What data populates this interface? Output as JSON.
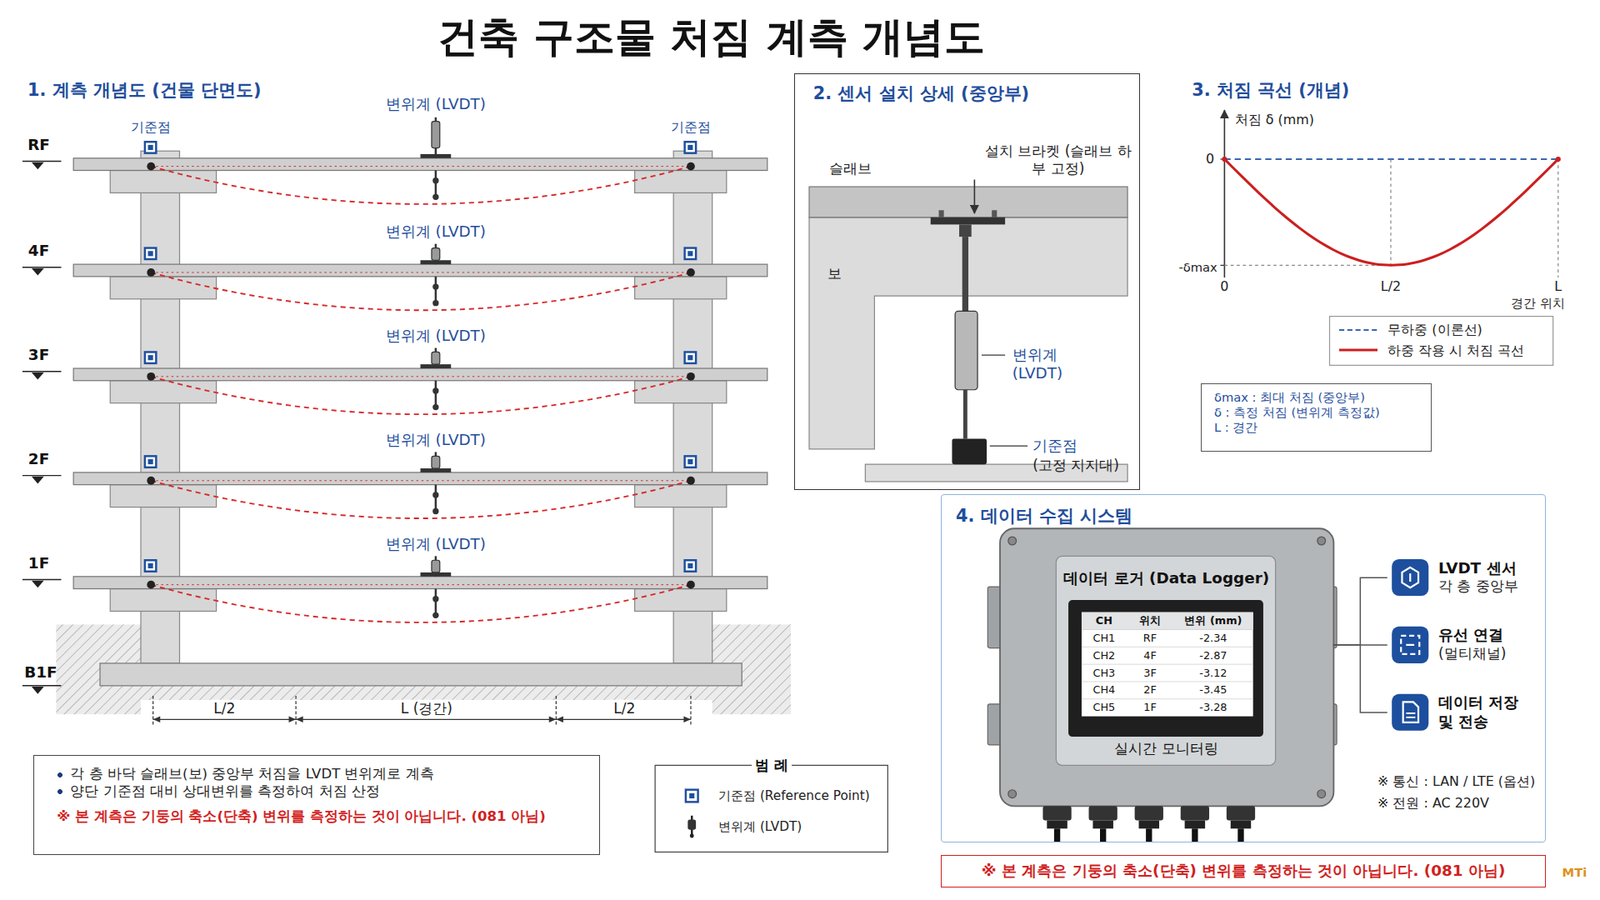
{
  "diagram": {
    "title": "건축 구조물 처짐 계측 개념도",
    "nodes": [
      {
        "text": [
          "2. 센서 설치 상세 (중앙부)"
        ]
      },
      {
        "text": [
          "4. 데이터 수집 시스템"
        ]
      },
      {
        "text": [
          "데이터 로거 (Data Logger)",
          "실시간 모니터링"
        ],
        "in": 1
      },
      {
        "text": [
          "LVDT 센서",
          "각 층 중앙부"
        ],
        "in": 1
      },
      {
        "text": [
          "유선 연결",
          "(멀티채널)"
        ],
        "in": 1
      },
      {
        "text": [
          "데이터 저장 및 전송"
        ],
        "in": 1
      },
      {
        "text": [
          "각 층 바닥 슬래브(보) 중앙부 처짐을 LVDT 변위계로 계측",
          "양단 기준점 대비 상대변위를 측정하여 처짐 산정",
          "※ 본 계측은 기둥의 축소(단축) 변위를 측정하는 것이 아닙니다. (081 아님)"
        ]
      },
      {
        "text": [
          "δmax : 최대 처짐 (중앙부)",
          "δ : 측정 처짐 (변위계 측정값)",
          "L : 경간"
        ]
      },
      {
        "text": [
          "※ 본 계측은 기둥의 축소(단축) 변위를 측정하는 것이 아닙니다. (081 아님)"
        ]
      }
    ],
    "edges": [
      {
        "from": 2,
        "to": 3,
        "arrow": "none"
      },
      {
        "from": 2,
        "to": 4,
        "arrow": "none"
      },
      {
        "from": 2,
        "to": 5,
        "arrow": "none"
      }
    ],
    "labels": [
      "1. 계측 개념도 (건물 단면도)",
      "기준점",
      "기준점",
      "RF",
      "4F",
      "3F",
      "2F",
      "1F",
      "B1F",
      "변위계 (LVDT)",
      "변위계 (LVDT)",
      "변위계 (LVDT)",
      "변위계 (LVDT)",
      "변위계 (LVDT)",
      "L/2",
      "L (경간)",
      "L/2",
      "범 례",
      "슬래브",
      "설치 브라켓 (슬래브 하부 고정)",
      "보",
      "변위계 (LVDT)",
      "기준점",
      "(고정 지지대)",
      "3. 처짐 곡선 (개념)",
      "처짐 δ (mm)",
      "0",
      "-δmax",
      "0",
      "L/2",
      "L",
      "경간 위치",
      "CH",
      "위치",
      "변위 (mm)",
      "CH1",
      "RF",
      "-2.34",
      "CH2",
      "4F",
      "-2.87",
      "CH3",
      "3F",
      "-3.12",
      "CH4",
      "2F",
      "-3.45",
      "CH5",
      "1F",
      "-3.28",
      "※ 통신 : LAN / LTE (옵션)",
      "※ 전원 : AC 220V",
      "MTi"
    ],
    "legend": [
      {
        "text": "기준점 (Reference Point)"
      },
      {
        "text": "변위계 (LVDT)"
      },
      {
        "text": "무하중 (이론선)"
      },
      {
        "text": "하중 작용 시 처짐 곡선"
      }
    ]
  }
}
